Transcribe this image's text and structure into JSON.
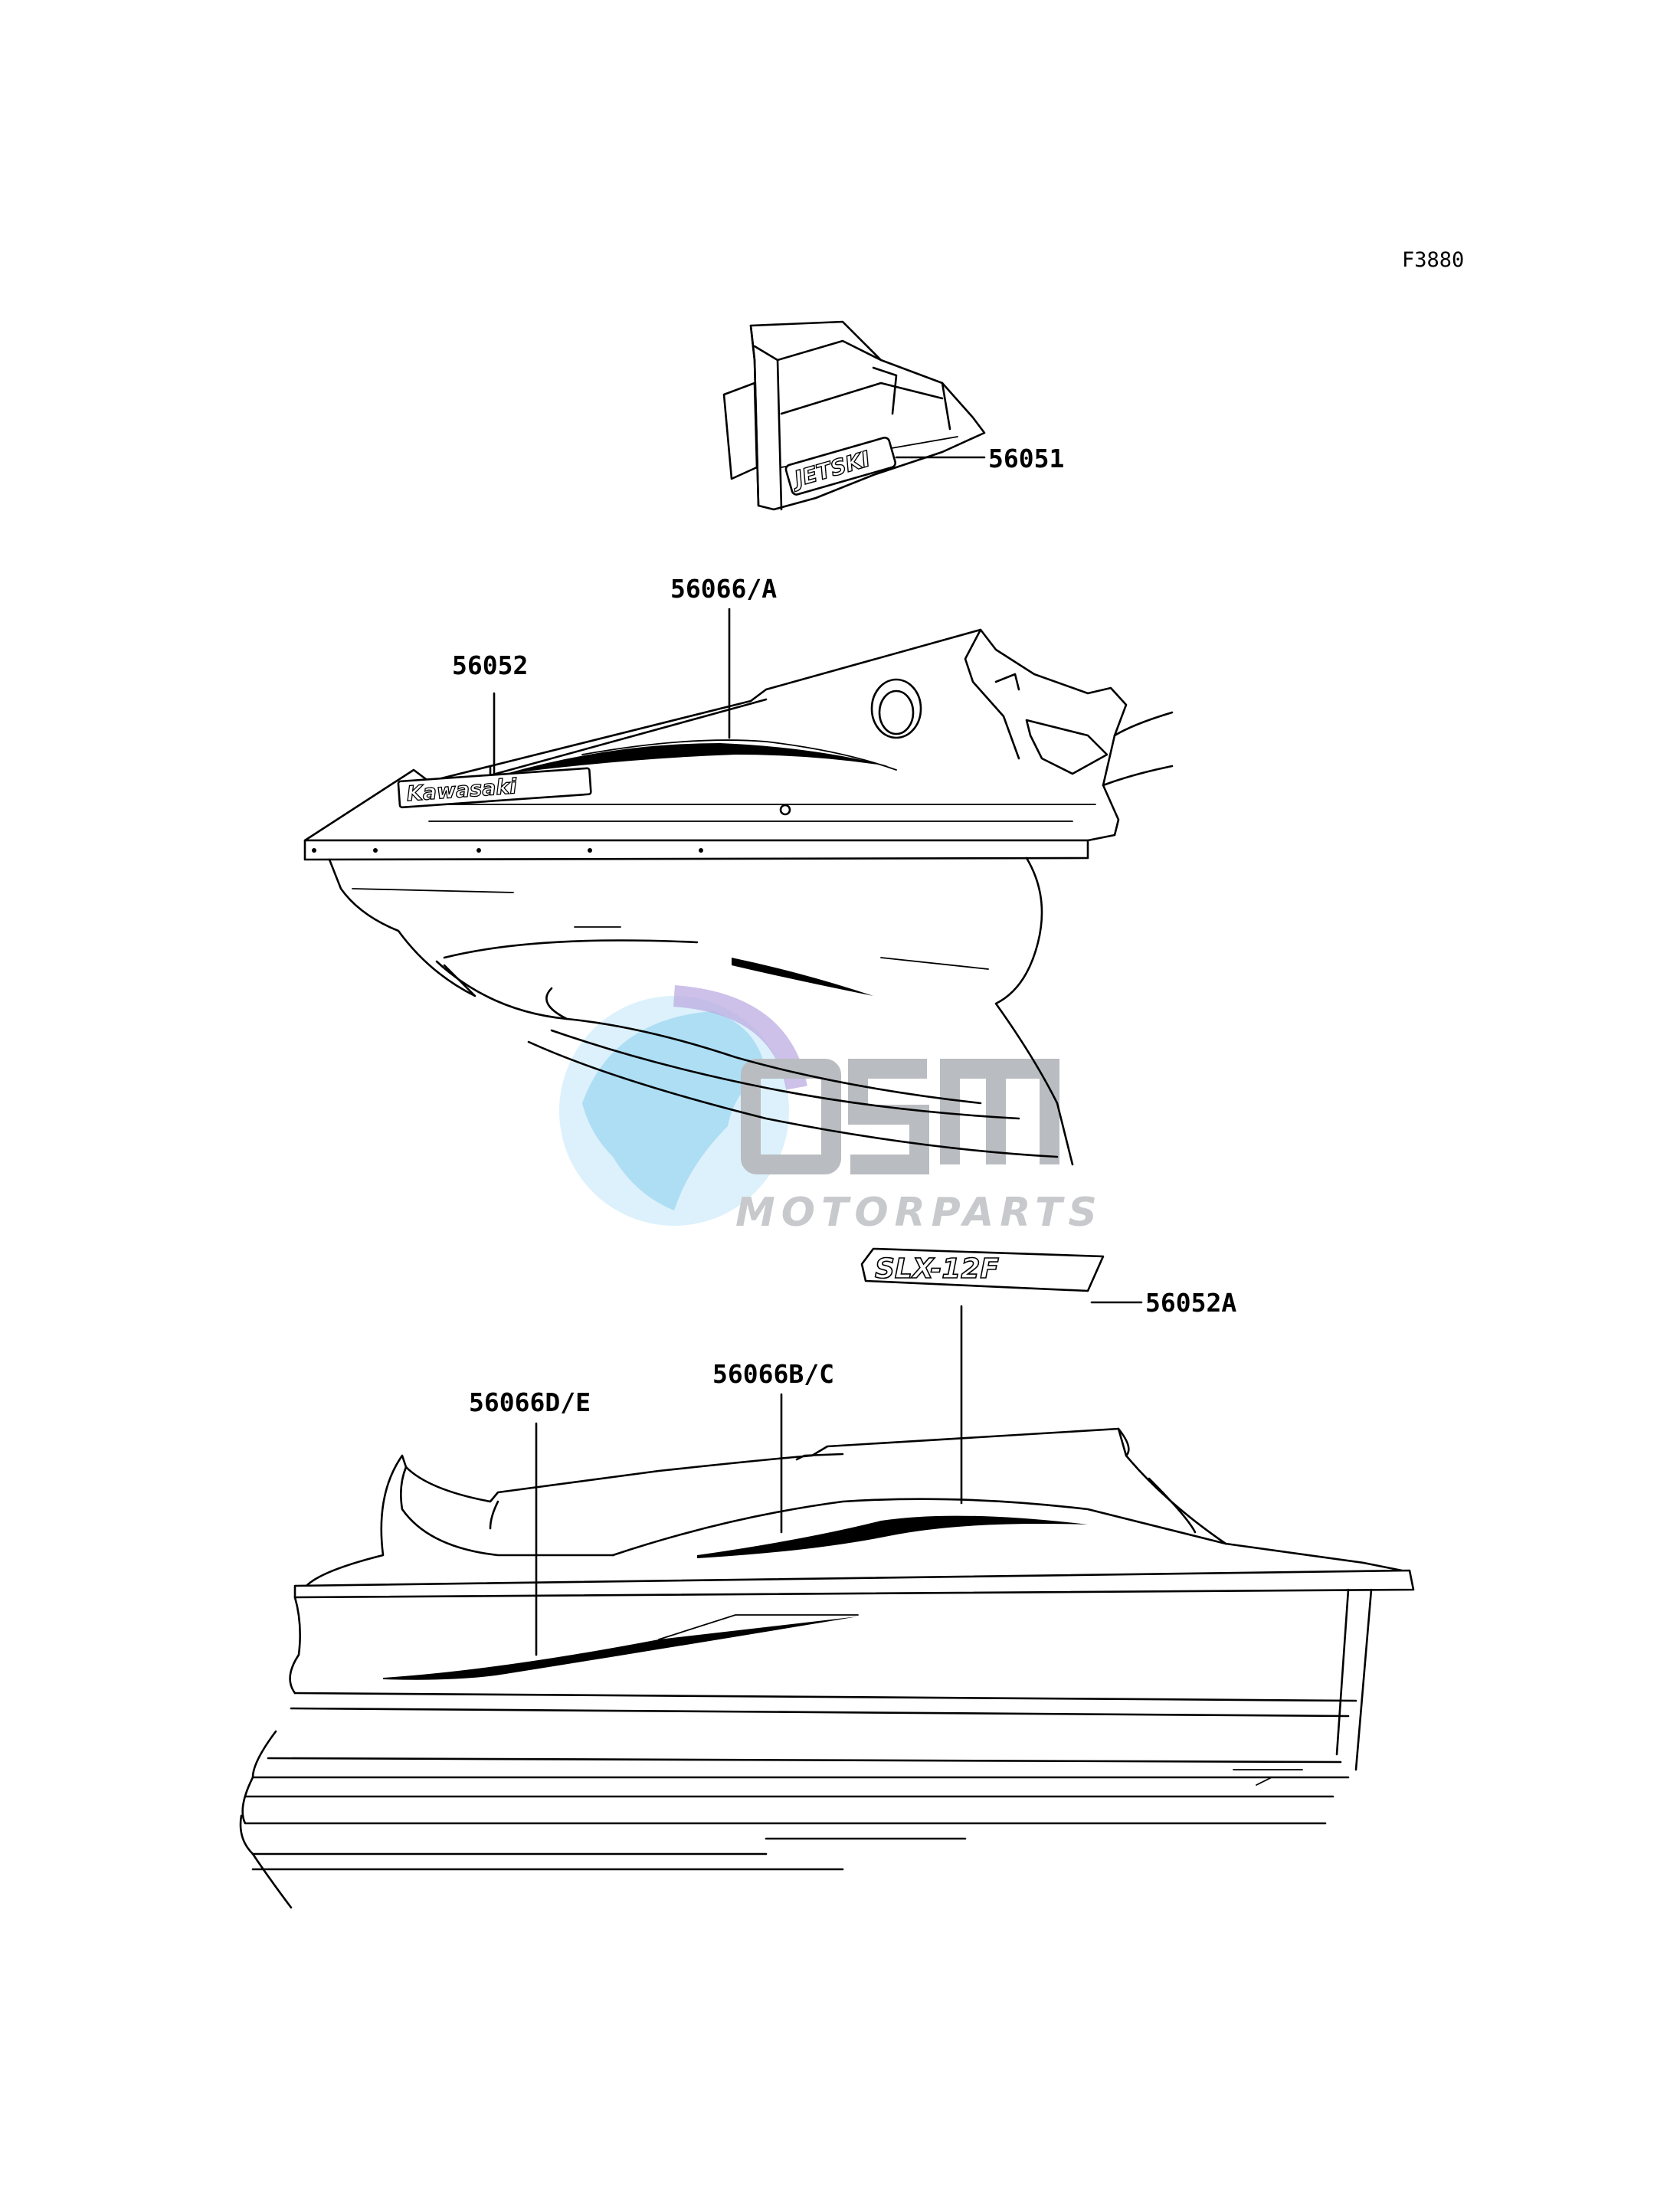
{
  "diagram": {
    "figure_code": "F3880",
    "callouts": [
      {
        "id": "56051",
        "text": "56051"
      },
      {
        "id": "56066A",
        "text": "56066/A"
      },
      {
        "id": "56052",
        "text": "56052"
      },
      {
        "id": "56052A",
        "text": "56052A"
      },
      {
        "id": "56066BC",
        "text": "56066B/C"
      },
      {
        "id": "56066DE",
        "text": "56066D/E"
      }
    ],
    "decal_text": {
      "jetski": "JETSKI",
      "kawasaki": "Kawasaki",
      "model": "SLX-12F"
    }
  },
  "watermark": {
    "brand": "OSM",
    "tagline": "MOTORPARTS",
    "colors": {
      "globe_light": "#bfe6f7",
      "globe_dark": "#3aa9df",
      "text": "#c7c9cc",
      "purple": "#8a6cc0"
    }
  }
}
